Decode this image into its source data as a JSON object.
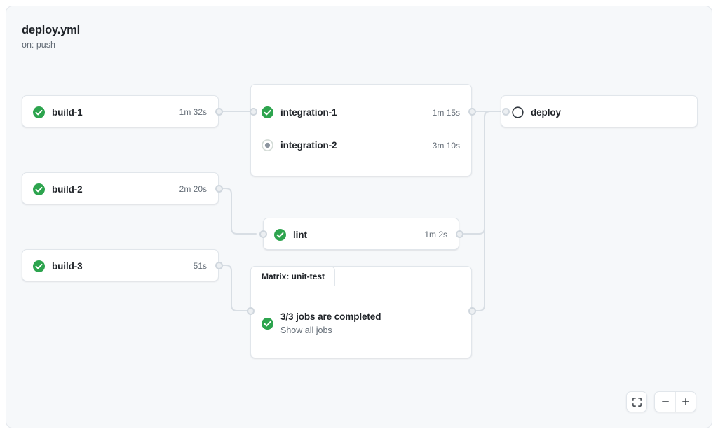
{
  "workflow": {
    "title": "deploy.yml",
    "trigger": "on: push"
  },
  "colors": {
    "success": "#2da44e",
    "canvas": "#f6f8fa",
    "card": "#ffffff",
    "edge": "#d8dee4",
    "port": "#d0d7de",
    "muted_text": "#636c76",
    "primary_text": "#1f2328",
    "pending_stroke": "#32383f",
    "skipped_ring": "#d3dbd6",
    "skipped_dot": "#8c959f"
  },
  "nodes": {
    "build1": {
      "name": "build-1",
      "duration": "1m 32s",
      "status": "success",
      "status_icon": "check-circle-icon"
    },
    "build2": {
      "name": "build-2",
      "duration": "2m 20s",
      "status": "success",
      "status_icon": "check-circle-icon"
    },
    "build3": {
      "name": "build-3",
      "duration": "51s",
      "status": "success",
      "status_icon": "check-circle-icon"
    },
    "integration1": {
      "name": "integration-1",
      "duration": "1m 15s",
      "status": "success",
      "status_icon": "check-circle-icon"
    },
    "integration2": {
      "name": "integration-2",
      "duration": "3m 10s",
      "status": "skipped",
      "status_icon": "skipped-circle-icon"
    },
    "lint": {
      "name": "lint",
      "duration": "1m 2s",
      "status": "success",
      "status_icon": "check-circle-icon"
    },
    "deploy": {
      "name": "deploy",
      "duration": "",
      "status": "pending",
      "status_icon": "pending-circle-icon"
    },
    "matrix": {
      "group_label": "Matrix: unit-test",
      "summary": "3/3 jobs are completed",
      "link": "Show all jobs",
      "status": "success",
      "status_icon": "check-circle-icon"
    }
  },
  "controls": {
    "fit_icon": "fit-to-screen-icon",
    "zoom_out_icon": "minus-icon",
    "zoom_out_label": "−",
    "zoom_in_icon": "plus-icon",
    "zoom_in_label": "+"
  }
}
